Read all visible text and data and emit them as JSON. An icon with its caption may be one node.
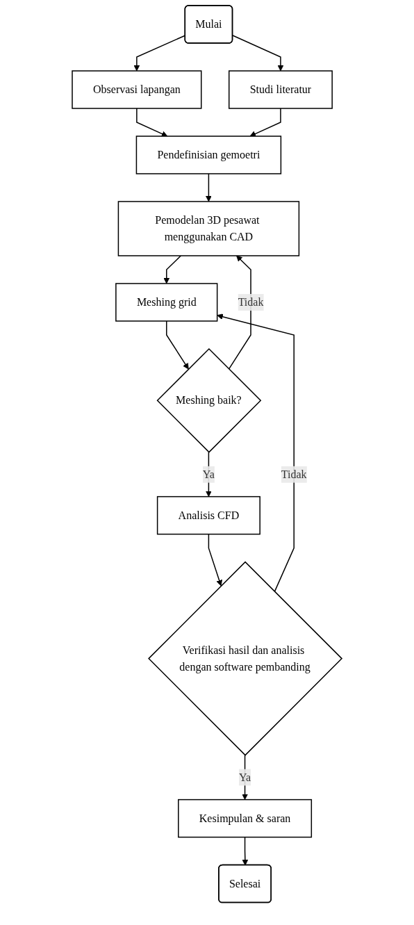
{
  "diagram": {
    "nodes": [
      {
        "text": [
          "Mulai"
        ]
      },
      {
        "text": [
          "Observasi lapangan"
        ]
      },
      {
        "text": [
          "Studi literatur"
        ]
      },
      {
        "text": [
          "Pendefinisian gemoetri"
        ]
      },
      {
        "text": [
          "Pemodelan 3D pesawat menggunakan CAD"
        ]
      },
      {
        "text": [
          "Meshing grid"
        ]
      },
      {
        "text": [
          "Meshing baik?"
        ]
      },
      {
        "text": [
          "Analisis CFD"
        ]
      },
      {
        "text": [
          "Verifikasi hasil dan analisis dengan software pembanding"
        ]
      },
      {
        "text": [
          "Kesimpulan & saran"
        ]
      },
      {
        "text": [
          "Selesai"
        ]
      }
    ],
    "edges": [
      {
        "from": 0,
        "to": 1,
        "arrow": "to"
      },
      {
        "from": 0,
        "to": 2,
        "arrow": "to"
      },
      {
        "from": 1,
        "to": 3,
        "arrow": "to"
      },
      {
        "from": 2,
        "to": 3,
        "arrow": "to"
      },
      {
        "from": 3,
        "to": 4,
        "arrow": "to"
      },
      {
        "from": 4,
        "to": 5,
        "arrow": "to"
      },
      {
        "from": 5,
        "to": 6,
        "arrow": "to"
      },
      {
        "from": 6,
        "to": 4,
        "arrow": "to",
        "label": "Tidak"
      },
      {
        "from": 6,
        "to": 7,
        "arrow": "to",
        "label": "Ya"
      },
      {
        "from": 7,
        "to": 8,
        "arrow": "to"
      },
      {
        "from": 8,
        "to": 5,
        "arrow": "to",
        "label": "Tidak"
      },
      {
        "from": 8,
        "to": 9,
        "arrow": "to",
        "label": "Ya"
      },
      {
        "from": 9,
        "to": 10,
        "arrow": "to"
      }
    ]
  }
}
